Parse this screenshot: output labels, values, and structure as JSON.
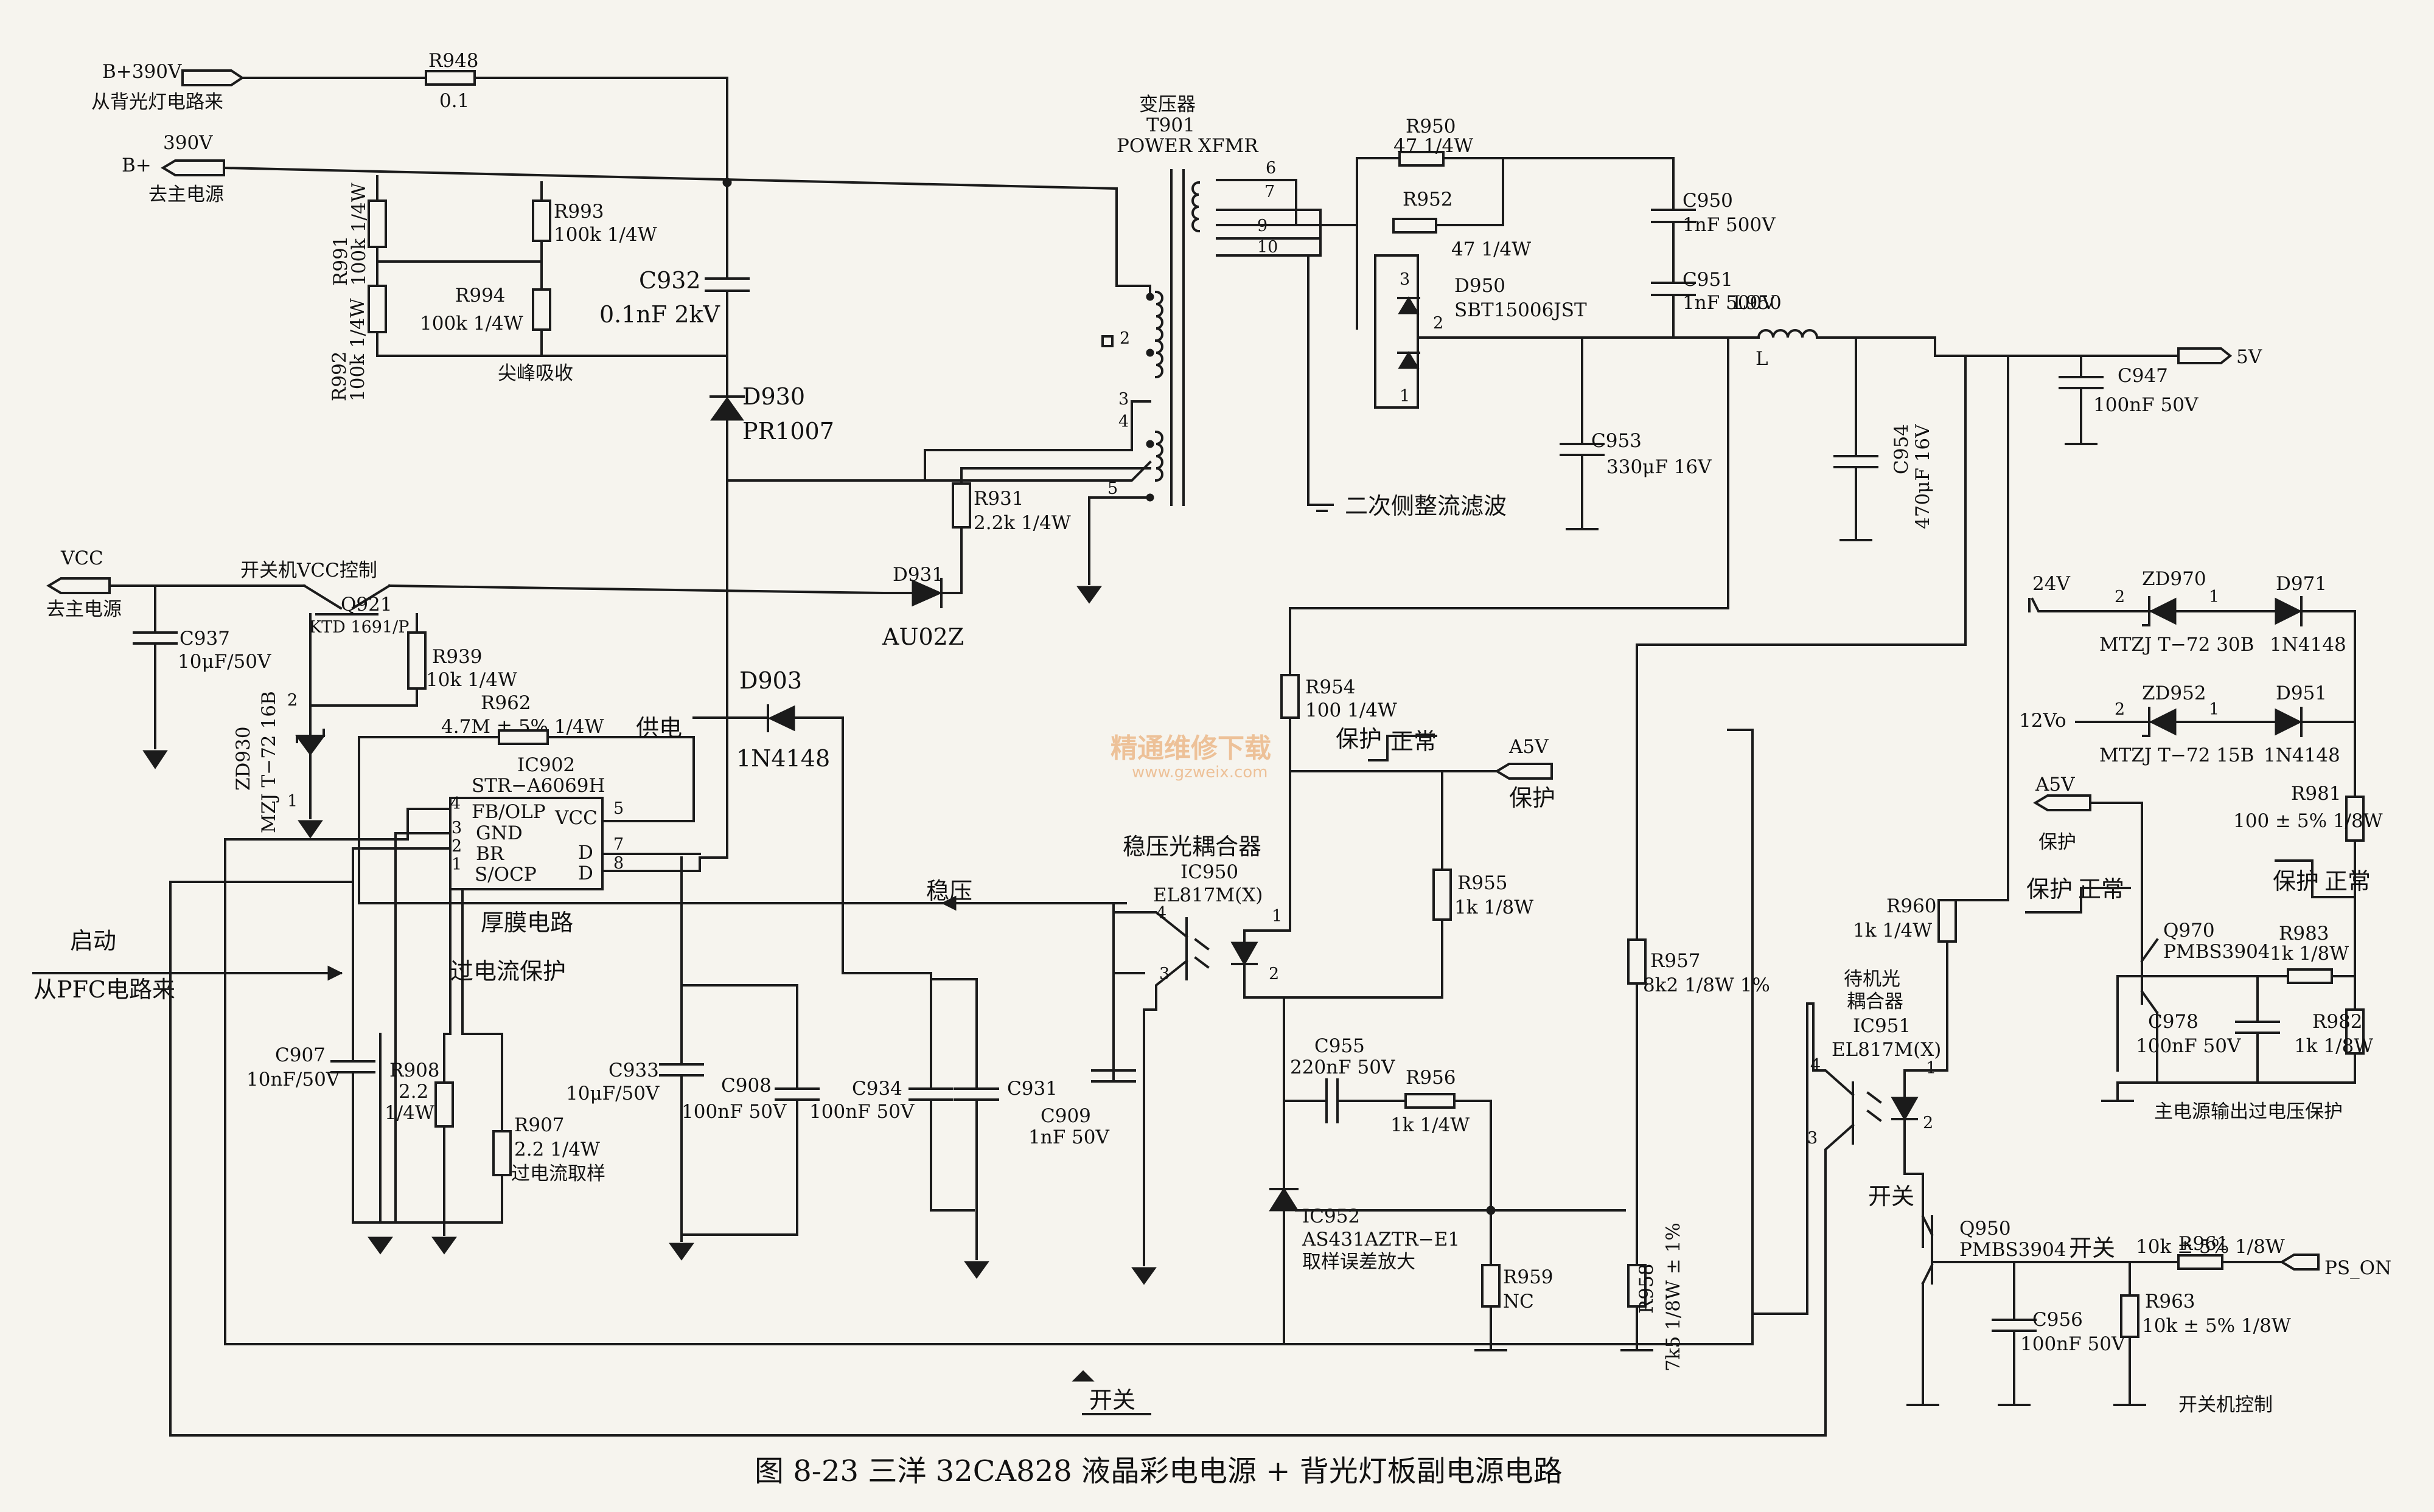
{
  "figure": {
    "caption": "图 8-23    三洋 32CA828 液晶彩电电源 + 背光灯板副电源电路"
  },
  "watermark": {
    "main": "精通维修下载",
    "url": "www.gzweix.com"
  },
  "ports": {
    "b390_in": "B+390V",
    "b390_in_note": "从背光灯电路来",
    "bplus": "B+",
    "bplus_v": "390V",
    "bplus_note": "去主电源",
    "vcc": "VCC",
    "vcc_note": "去主电源",
    "start": "启动",
    "start_note": "从PFC电路来",
    "out5v": "5V",
    "a5v": "A5V",
    "a5v_prot": "保护",
    "a5v_2": "A5V",
    "a5v_2_prot": "保护",
    "v24": "24V",
    "v12": "12Vo",
    "ps_on": "PS_ON"
  },
  "components": {
    "r948": "R948",
    "r948_v": "0.1",
    "r991": "R991",
    "r991_v": "100k 1/4W",
    "r992": "R992",
    "r992_v": "100k 1/4W",
    "r993": "R993",
    "r993_v": "100k 1/4W",
    "r994": "R994",
    "r994_v": "100k 1/4W",
    "spike": "尖峰吸收",
    "c932": "C932",
    "c932_v": "0.1nF 2kV",
    "d930": "D930",
    "d930_v": "PR1007",
    "xfmr": "变压器",
    "t901": "T901",
    "xfmr_v": "POWER XFMR",
    "p2": "2",
    "p3": "3",
    "p4": "4",
    "p5": "5",
    "p6": "6",
    "p7": "7",
    "p9": "9",
    "p10": "10",
    "r931": "R931",
    "r931_v": "2.2k 1/4W",
    "d931": "D931",
    "d931_v": "AU02Z",
    "vcc_ctrl": "开关机VCC控制",
    "q921": "Q921",
    "q921_v": "KTD 1691/P",
    "c937": "C937",
    "c937_v": "10μF/50V",
    "zd930": "ZD930",
    "zd930_v": "MZJ T−72 16B",
    "r939": "R939",
    "r939_v": "10k 1/4W",
    "r962": "R962",
    "r962_v": "4.7M ± 5%  1/4W",
    "supply": "供电",
    "d903": "D903",
    "d903_v": "1N4148",
    "ic902": "IC902",
    "ic902_v": "STR−A6069H",
    "pin_fb": "FB/OLP",
    "pin_vcc": "VCC",
    "pin_gnd": "GND",
    "pin_br": "BR",
    "pin_socp": "S/OCP",
    "pin_d1": "D",
    "pin_d2": "D",
    "n4": "4",
    "n3": "3",
    "n2": "2",
    "n1": "1",
    "n5": "5",
    "n7": "7",
    "n8": "8",
    "thick": "厚膜电路",
    "ocp": "过电流保护",
    "reg": "稳压",
    "c907": "C907",
    "c907_v": "10nF/50V",
    "r908": "R908",
    "r908_v1": "2.2",
    "r908_v2": "1/4W",
    "r907": "R907",
    "r907_v": "2.2 1/4W",
    "r907_n": "过电流取样",
    "c933": "C933",
    "c933_v": "10μF/50V",
    "c908": "C908",
    "c908_v": "100nF 50V",
    "c934": "C934",
    "c934_v": "100nF 50V",
    "c931": "C931",
    "c909": "C909",
    "c909_v": "1nF 50V",
    "r950": "R950",
    "r950_v": "47  1/4W",
    "r952": "R952",
    "r952_v": "47 1/4W",
    "d950": "D950",
    "d950_v": "SBT15006JST",
    "c950": "C950",
    "c950_v": "1nF 500V",
    "c951": "C951",
    "c951_v": "1nF 500V",
    "l950": "L950",
    "l_sym": "L",
    "c953": "C953",
    "c953_v": "330μF 16V",
    "c954": "C954",
    "c954_v": "470μF 16V",
    "c947": "C947",
    "c947_v": "100nF 50V",
    "secondary": "二次侧整流滤波",
    "r954": "R954",
    "r954_v": "100 1/4W",
    "prot": "保护",
    "normal": "正常",
    "r955": "R955",
    "r955_v": "1k 1/8W",
    "opto": "稳压光耦合器",
    "ic950": "IC950",
    "ic950_v": "EL817M(X)",
    "c955": "C955",
    "c955_v": "220nF 50V",
    "r956": "R956",
    "r956_v": "1k 1/4W",
    "ic952": "IC952",
    "ic952_v": "AS431AZTR−E1",
    "ic952_n": "取样误差放大",
    "r959": "R959",
    "r959_v": "NC",
    "r957": "R957",
    "r957_v": "8k2 1/8W 1%",
    "r958": "R958",
    "r958_v": "7k5 1/8W ± 1%",
    "r960": "R960",
    "r960_v": "1k 1/4W",
    "standby": "待机光",
    "standby2": "耦合器",
    "ic951": "IC951",
    "ic951_v": "EL817M(X)",
    "onoff": "开关",
    "q950": "Q950",
    "q950_v": "PMBS3904",
    "r961": "R961",
    "r961_v": "10k ± 5%  1/8W",
    "r963": "R963",
    "r963_v": "10k ± 5%  1/8W",
    "c956": "C956",
    "c956_v": "100nF 50V",
    "onoff_ctrl": "开关机控制",
    "zd970": "ZD970",
    "zd970_v": "MTZJ T−72 30B",
    "d971": "D971",
    "d971_v": "1N4148",
    "zd952": "ZD952",
    "zd952_v": "MTZJ T−72 15B",
    "d951": "D951",
    "d951_v": "1N4148",
    "r981": "R981",
    "r981_v": "100 ± 5%  1/8W",
    "q970": "Q970",
    "q970_v": "PMBS3904",
    "r983": "R983",
    "r983_v": "1k 1/8W",
    "c978": "C978",
    "c978_v": "100nF  50V",
    "r982": "R982",
    "r982_v": "1k 1/8W",
    "ovp": "主电源输出过电压保护",
    "onoff_bottom": "开关"
  }
}
